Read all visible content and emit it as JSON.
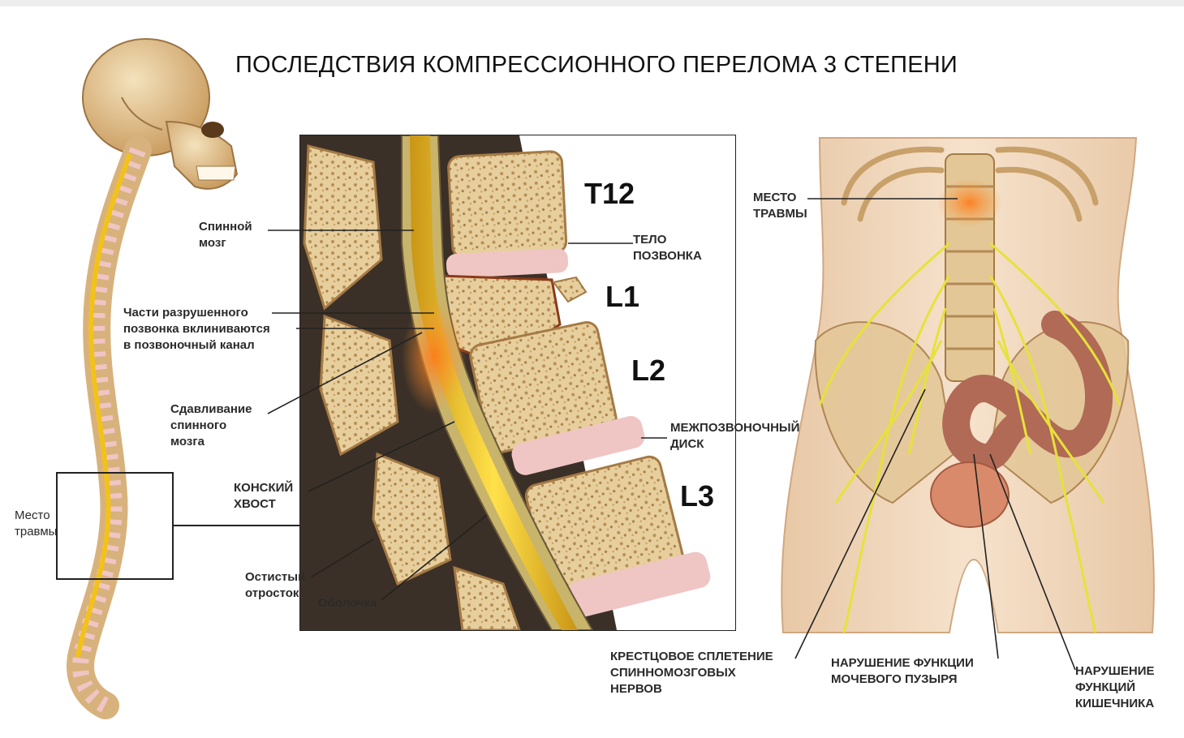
{
  "title": "ПОСЛЕДСТВИЯ КОМПРЕССИОННОГО ПЕРЕЛОМА 3 СТЕПЕНИ",
  "left_labels": {
    "spinal_cord": "Спинной\nмозг",
    "fragments": "Части разрушенного\nпозвонка вклиниваются\nв позвоночный канал",
    "compression": "Сдавливание\nспинного\nмозга",
    "cauda": "КОНСКИЙ\nХВОСТ",
    "injury_site": "Место\nтравмы",
    "spinous": "Остистый\nотросток",
    "membrane": "Оболочка"
  },
  "vertebrae": {
    "t12": "T12",
    "l1": "L1",
    "l2": "L2",
    "l3": "L3"
  },
  "right_labels": {
    "vertebral_body": "ТЕЛО\nПОЗВОНКА",
    "disc": "МЕЖПОЗВОНОЧНЫЙ\nДИСК",
    "injury_site": "МЕСТО\nТРАВМЫ",
    "sacral_plexus": "КРЕСТЦОВОЕ СПЛЕТЕНИЕ\nСПИННОМОЗГОВЫХ\nНЕРВОВ",
    "bladder": "НАРУШЕНИЕ ФУНКЦИИ\nМОЧЕВОГО ПУЗЫРЯ",
    "bowel": "НАРУШЕНИЕ\nФУНКЦИЙ\nКИШЕЧНИКА"
  },
  "colors": {
    "bone": "#e9d2a6",
    "bone_dark": "#c99a5c",
    "disc": "#efc6c4",
    "cord": "#f2c21a",
    "injury": "#f08a2a",
    "skin": "#f3dcc4",
    "nerve": "#e6e23a"
  }
}
